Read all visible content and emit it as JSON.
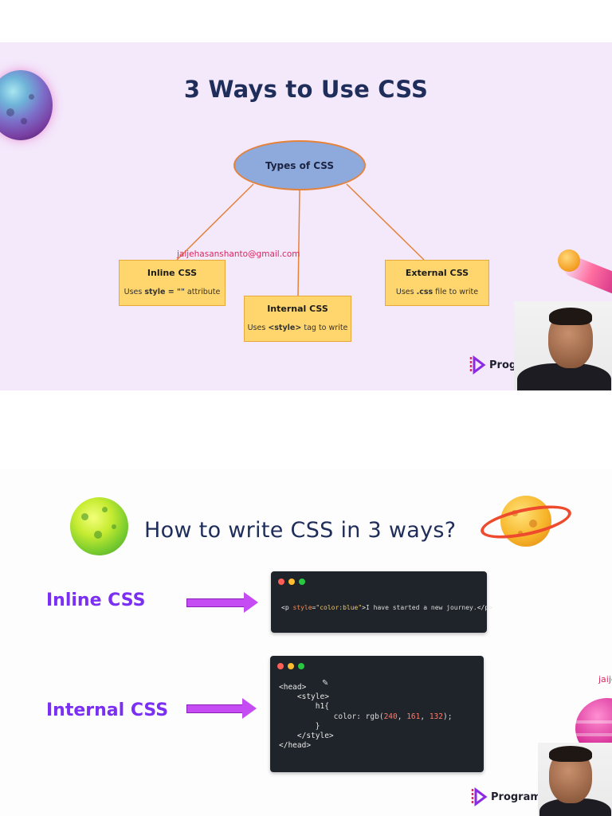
{
  "slide1": {
    "title": "3 Ways to Use CSS",
    "center_node": "Types of CSS",
    "watermark_email": "jaijehasanshanto@gmail.com",
    "nodes": [
      {
        "title": "Inline CSS",
        "desc_prefix": "Uses ",
        "desc_bold": "style = \"\"",
        "desc_suffix": " attribute"
      },
      {
        "title": "Internal CSS",
        "desc_prefix": "Uses ",
        "desc_bold": "<style>",
        "desc_suffix": " tag to write"
      },
      {
        "title": "External CSS",
        "desc_prefix": "Uses ",
        "desc_bold": ".css",
        "desc_suffix": " file  to write"
      }
    ],
    "brand": "Programmi",
    "colors": {
      "background": "#f4e8fb",
      "ellipse": "#8ea9dc",
      "box": "#ffd66e",
      "connector": "#e5823a"
    }
  },
  "slide2": {
    "title": "How to write CSS in 3 ways?",
    "labels": {
      "inline": "Inline CSS",
      "internal": "Internal CSS"
    },
    "inline_code": {
      "open": "<p ",
      "attr": "style",
      "eq": "=",
      "value": "\"color:blue\"",
      "close": ">",
      "text": "I have started a new journey.",
      "end": "</p>"
    },
    "internal_code": {
      "line1": "<head>",
      "line2": "<style>",
      "line3": "h1{",
      "line4_prop": "color: rgb(",
      "line4_n1": "240",
      "line4_n2": "161",
      "line4_n3": "132",
      "line4_end": ");",
      "line5": "}",
      "line6": "</style>",
      "line7": "</head>"
    },
    "watermark_email": "jaije",
    "brand": "Programmi",
    "colors": {
      "accent": "#7b2ff2",
      "arrow": "#c54cf2",
      "code_bg": "#1e2429"
    }
  },
  "icons": [
    "planet-icon",
    "comet-icon",
    "ringed-planet-icon",
    "programming-hero-logo-icon",
    "window-dots-icon"
  ]
}
